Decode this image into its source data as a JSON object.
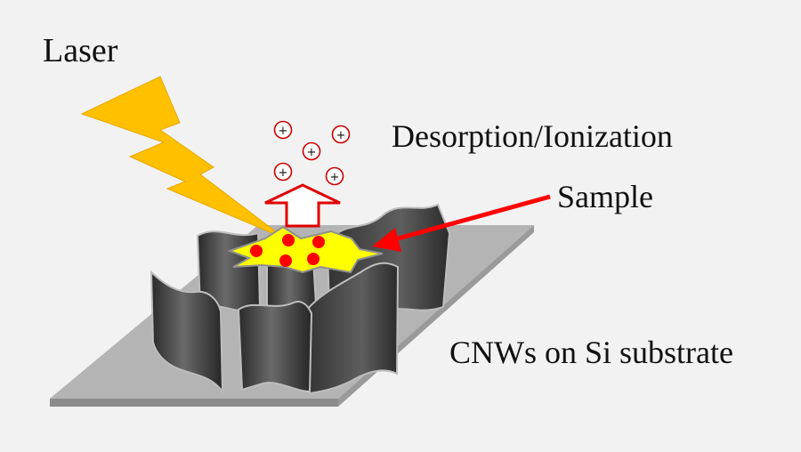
{
  "labels": {
    "laser": "Laser",
    "desorption": "Desorption/Ionization",
    "sample": "Sample",
    "substrate": "CNWs on Si substrate"
  },
  "symbols": {
    "ion": "+"
  },
  "colors": {
    "background": "#f2f2f2",
    "laser_bolt": "#ffc000",
    "sample_burst": "#ffff00",
    "sample_particle": "#ff0000",
    "pointer_arrow": "#ff0000",
    "ion_ring": "#cc0000",
    "substrate": "#b4b4b4",
    "nanowall": "#4a4a4a"
  },
  "icons": [
    "lightning-bolt-icon",
    "up-arrow-icon",
    "positive-ion-icon",
    "burst-icon"
  ]
}
